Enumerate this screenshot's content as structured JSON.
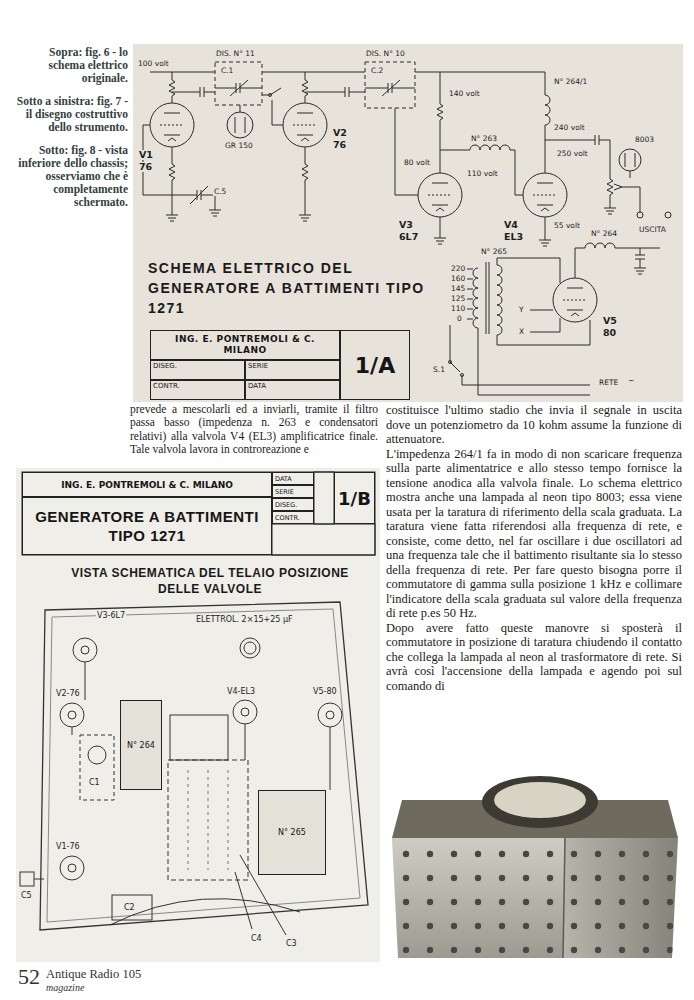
{
  "diagram": {
    "nodes": [
      {
        "text": [
          "ING. E. PONTREMOLI & C. MILANO"
        ]
      },
      {
        "text": [
          "1/A"
        ]
      },
      {
        "text": [
          "DISEG."
        ]
      },
      {
        "text": [
          "SERIE"
        ]
      },
      {
        "text": [
          "CONTR."
        ]
      },
      {
        "text": [
          "DATA"
        ]
      },
      {
        "text": [
          "ING. E. PONTREMOLI & C. MILANO"
        ]
      },
      {
        "text": [
          "DATA"
        ]
      },
      {
        "text": [
          "SERIE"
        ]
      },
      {
        "text": [
          "DISEG."
        ]
      },
      {
        "text": [
          "CONTR."
        ]
      },
      {
        "text": [
          "1/B"
        ]
      },
      {
        "text": [
          "GENERATORE A BATTIMENTI TIPO 1271"
        ]
      },
      {
        "text": [
          "N° 264"
        ]
      },
      {
        "text": [
          "N° 265"
        ]
      }
    ],
    "labels": [
      "Sopra: fig. 6 - lo schema elettrico originale.",
      "Sotto a sinistra: fig. 7 - il disegno costruttivo dello strumento.",
      "Sotto: fig. 8 - vista inferiore dello chassis; osserviamo che è completamente schermato.",
      "100 volt",
      "DIS. N° 11",
      "C.1",
      "V1",
      "76",
      "GR 150",
      "C.5",
      "V2",
      "76",
      "DIS. N° 10",
      "C.2",
      "140 volt",
      "N° 264/1",
      "240 volt",
      "N° 263",
      "80 volt",
      "110 volt",
      "250 volt",
      "55 volt",
      "V3",
      "6L7",
      "V4",
      "EL3",
      "8003",
      "USCITA",
      "N° 264",
      "N° 265",
      "220",
      "160",
      "145",
      "125",
      "110",
      "0",
      "V5",
      "80",
      "Y",
      "X",
      "S.1",
      "RETE",
      "~",
      "SCHEMA ELETTRICO DEL GENERATORE A BATTIMENTI TIPO 1271",
      "prevede a mescolarli ed a inviarli, tramite il filtro passa basso (impedenza n. 263 e condensatori relativi) alla valvola V4 (EL3) amplificatrice finale. Tale valvola lavora in controreazione e",
      "costituisce l'ultimo stadio che invia il segnale in uscita dove un potenziometro da 10 kohm assume la funzione di attenuatore.",
      "L'impedenza 264/1 fa in modo di non scaricare frequenza sulla parte alimentatrice e allo stesso tempo fornisce la tensione anodica alla valvola finale. Lo schema elettrico mostra anche una lampada al neon tipo 8003; essa viene usata per la taratura di riferimento della scala graduata. La taratura viene fatta riferendosi alla frequenza di rete, e consiste, come detto, nel far oscillare i due oscillatori ad una frequenza tale che il battimento risultante sia lo stesso della frequenza di rete. Per fare questo bisogna porre il commutatore di gamma sulla posizione 1 kHz e collimare l'indicatore della scala graduata sul valore della frequenza di rete p.es 50 Hz.",
      "Dopo avere fatto queste manovre si sposterà il commutatore in posizione di taratura chiudendo il contatto che collega la lampada al neon al trasformatore di rete. Si avrà così l'accensione della lampada e agendo poi sul comando di",
      "VISTA SCHEMATICA DEL TELAIO POSIZIONE DELLE VALVOLE",
      "V3-6L7",
      "V2-76",
      "ELETTROL. 2×15+25 μF",
      "V4-EL3",
      "V5-80",
      "C1",
      "V1-76",
      "C5",
      "C2",
      "C4",
      "C3",
      "52",
      "Antique Radio 105",
      "magazine"
    ]
  }
}
